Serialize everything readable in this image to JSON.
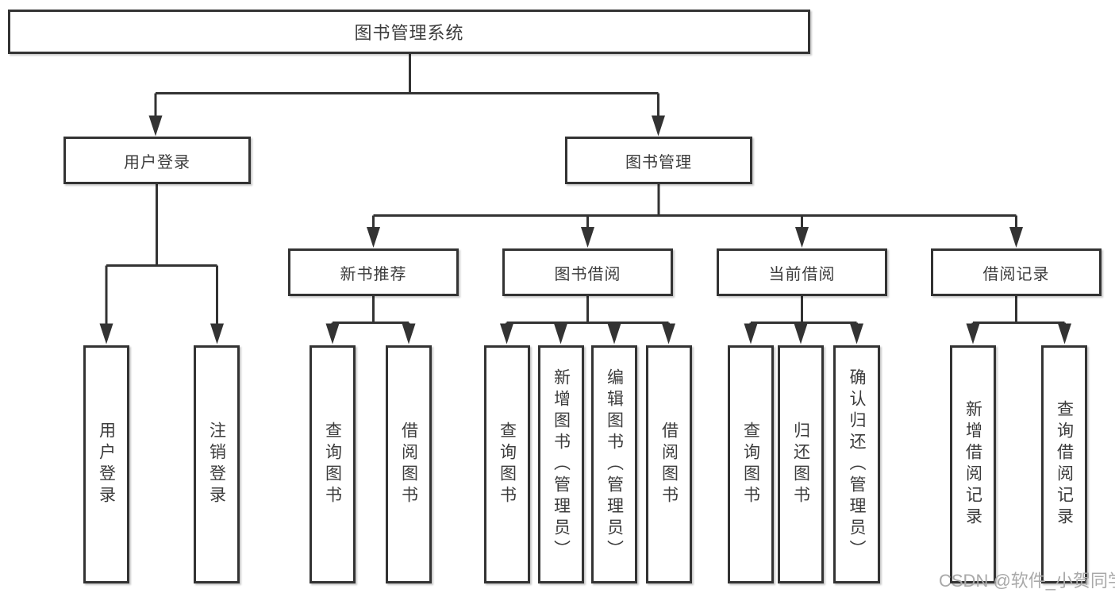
{
  "tree": {
    "label": "图书管理系统",
    "children": [
      {
        "label": "用户登录",
        "children": [
          {
            "label": "用户登录"
          },
          {
            "label": "注销登录"
          }
        ]
      },
      {
        "label": "图书管理",
        "children": [
          {
            "label": "新书推荐",
            "children": [
              {
                "label": "查询图书"
              },
              {
                "label": "借阅图书"
              }
            ]
          },
          {
            "label": "图书借阅",
            "children": [
              {
                "label": "查询图书"
              },
              {
                "label": "新增图书（管理员）"
              },
              {
                "label": "编辑图书（管理员）"
              },
              {
                "label": "借阅图书"
              }
            ]
          },
          {
            "label": "当前借阅",
            "children": [
              {
                "label": "查询图书"
              },
              {
                "label": "归还图书"
              },
              {
                "label": "确认归还（管理员）"
              }
            ]
          },
          {
            "label": "借阅记录",
            "children": [
              {
                "label": "新增借阅记录"
              },
              {
                "label": "查询借阅记录"
              }
            ]
          }
        ]
      }
    ]
  },
  "watermark": {
    "text": "CSDN @软件_小贺同学"
  },
  "colors": {
    "line": "#333333",
    "text": "#3c3c3c",
    "box_bg": "#ffffff",
    "watermark": "#a9a9a9"
  }
}
